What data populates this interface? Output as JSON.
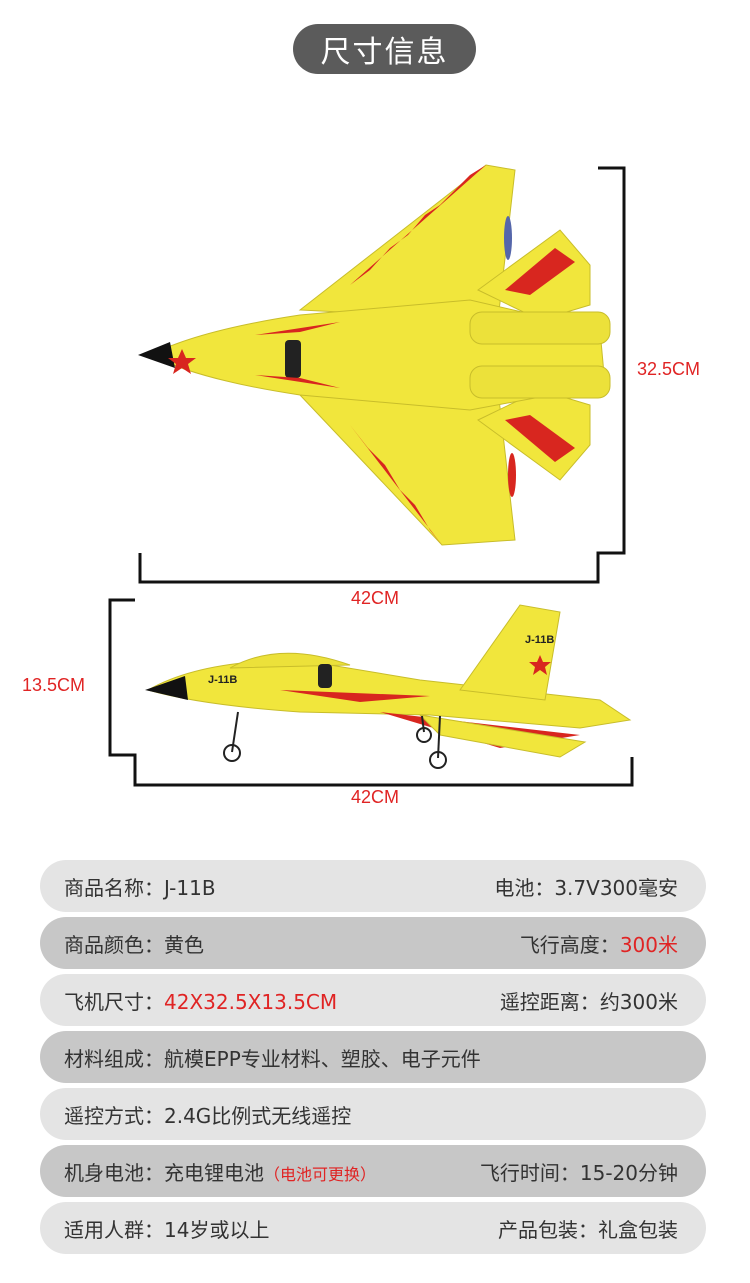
{
  "header": {
    "title": "尺寸信息"
  },
  "dimensions": {
    "top_height": "32.5CM",
    "top_width": "42CM",
    "side_height": "13.5CM",
    "side_width": "42CM"
  },
  "plane_markings": {
    "nose_text": "J-11B",
    "tail_text": "J-11B"
  },
  "specs": {
    "row1": {
      "left_label": "商品名称：",
      "left_value": "J-11B",
      "right_label": "电池：",
      "right_value": "3.7V300毫安"
    },
    "row2": {
      "left_label": "商品颜色：",
      "left_value": "黄色",
      "right_label": "飞行高度：",
      "right_value": "300米"
    },
    "row3": {
      "left_label": "飞机尺寸：",
      "left_value": "42X32.5X13.5CM",
      "right_label": "遥控距离：",
      "right_value": "约300米"
    },
    "row4": {
      "label": "材料组成：",
      "value": "航模EPP专业材料、塑胶、电子元件"
    },
    "row5": {
      "label": "遥控方式：",
      "value": "2.4G比例式无线遥控"
    },
    "row6": {
      "left_label": "机身电池：",
      "left_value": "充电锂电池",
      "left_note": "（电池可更换）",
      "right_label": "飞行时间：",
      "right_value": "15-20分钟"
    },
    "row7": {
      "left_label": "适用人群：",
      "left_value": "14岁或以上",
      "right_label": "产品包装：",
      "right_value": "礼盒包装"
    }
  },
  "colors": {
    "plane_yellow": "#f1e63c",
    "stripe_red": "#d8261f",
    "dimension_red": "#e02424",
    "pill_gray": "#5b5b5b"
  }
}
